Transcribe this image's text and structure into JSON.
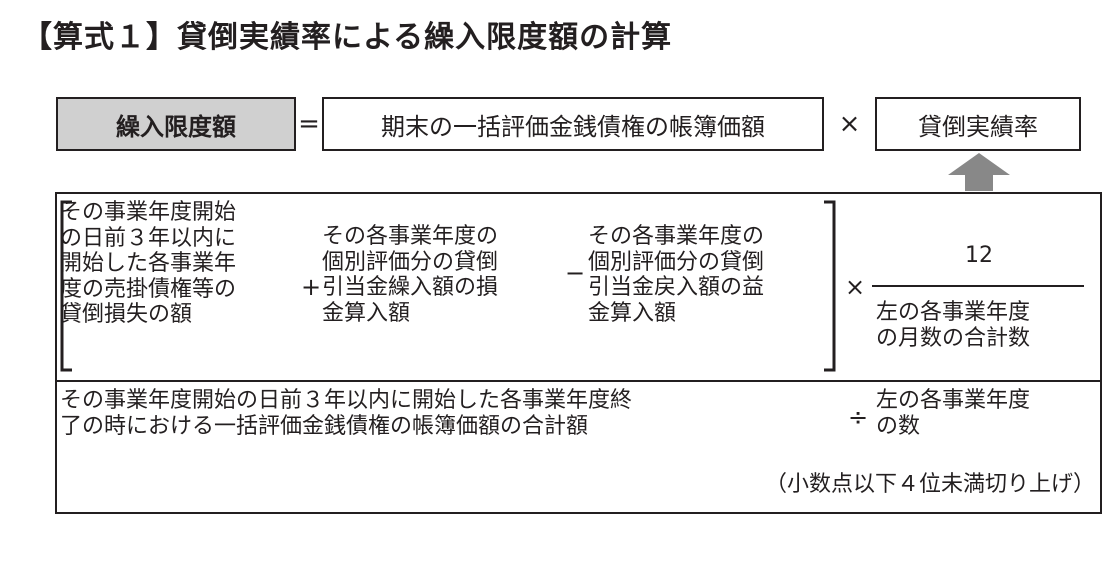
{
  "title": "【算式１】貸倒実績率による繰入限度額の計算",
  "formula": {
    "result_label": "繰入限度額",
    "equals": "=",
    "book_value_label": "期末の一括評価金銭債権の帳簿価額",
    "times": "×",
    "rate_label": "貸倒実績率"
  },
  "rate_calc": {
    "term_a": [
      "その事業年度開始",
      "の日前３年以内に",
      "開始した各事業年",
      "度の売掛債権等の",
      "貸倒損失の額"
    ],
    "plus": "+",
    "term_b": [
      "その各事業年度の",
      "個別評価分の貸倒",
      "引当金繰入額の損",
      "金算入額"
    ],
    "minus": "−",
    "term_c": [
      "その各事業年度の",
      "個別評価分の貸倒",
      "引当金戻入額の益",
      "金算入額"
    ],
    "times": "×",
    "month_fraction": {
      "numerator": "12",
      "denominator": [
        "左の各事業年度",
        "の月数の合計数"
      ]
    },
    "denominator": [
      "その事業年度開始の日前３年以内に開始した各事業年度終",
      "了の時における一括評価金銭債権の帳簿価額の合計額"
    ],
    "divide": "÷",
    "divisor": [
      "左の各事業年度",
      "の数"
    ],
    "rounding_note": "（小数点以下４位未満切り上げ）"
  },
  "colors": {
    "result_box_fill": "#d0d0d0",
    "arrow_fill": "#888888",
    "text": "#231f20"
  },
  "icons": {
    "arrow": "up-arrow-icon"
  }
}
